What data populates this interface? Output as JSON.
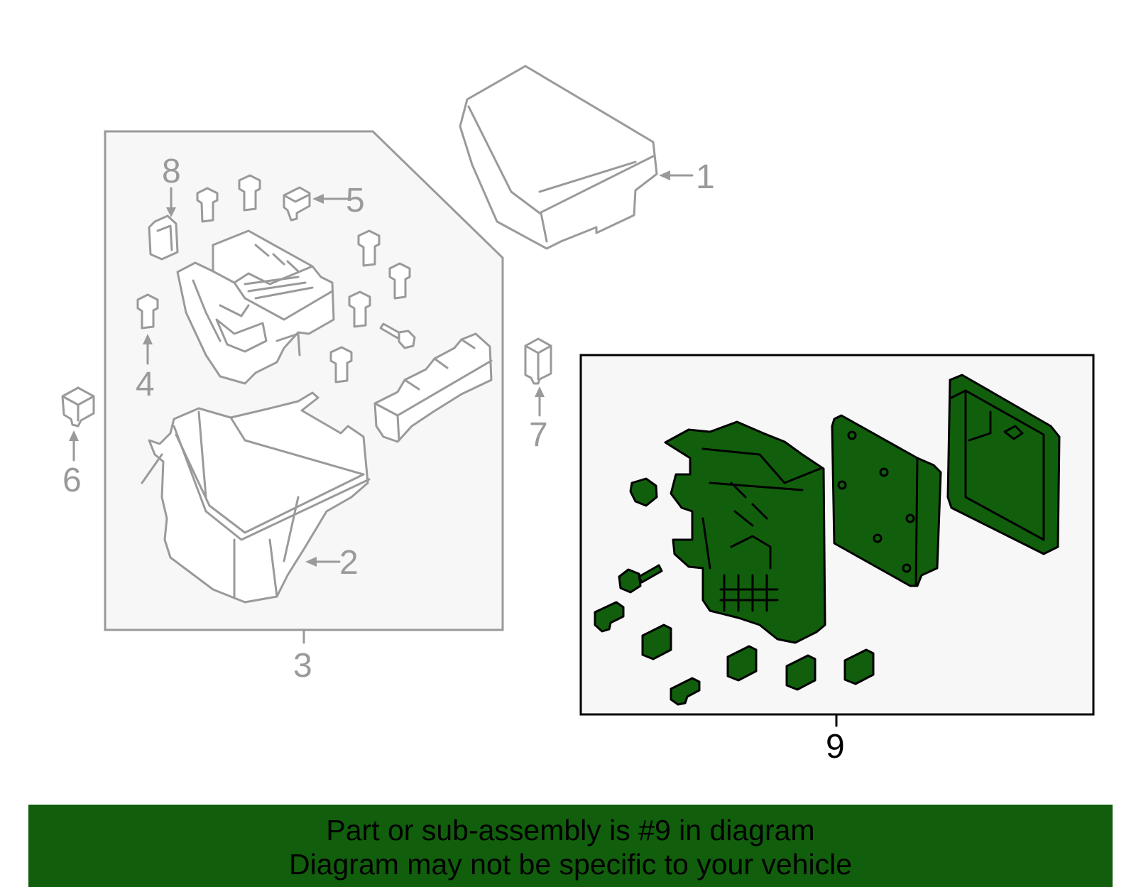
{
  "colors": {
    "highlight_green": "#115f0c",
    "outline_grey": "#9a9a9a",
    "panel_fill": "#f7f7f7"
  },
  "callouts": {
    "c1": "1",
    "c2": "2",
    "c3": "3",
    "c4": "4",
    "c5": "5",
    "c6": "6",
    "c7": "7",
    "c8": "8",
    "c9": "9"
  },
  "banner": {
    "line1": "Part or sub-assembly is #9 in diagram",
    "line2": "Diagram may not be specific to your vehicle"
  }
}
